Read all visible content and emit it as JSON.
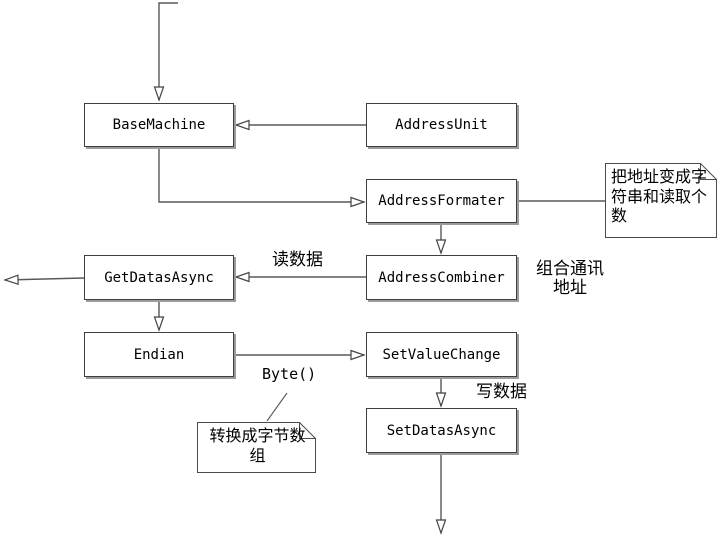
{
  "diagram": {
    "nodes": [
      {
        "id": "base-machine",
        "label": "BaseMachine"
      },
      {
        "id": "address-unit",
        "label": "AddressUnit"
      },
      {
        "id": "address-formater",
        "label": "AddressFormater"
      },
      {
        "id": "get-datas-async",
        "label": "GetDatasAsync"
      },
      {
        "id": "address-combiner",
        "label": "AddressCombiner"
      },
      {
        "id": "endian",
        "label": "Endian"
      },
      {
        "id": "set-value-change",
        "label": "SetValueChange"
      },
      {
        "id": "set-datas-async",
        "label": "SetDatasAsync"
      }
    ],
    "notes": [
      {
        "id": "note-address-formater",
        "text": "把地址变成字符串和读取个数"
      },
      {
        "id": "note-endian",
        "text": "转换成字节数组"
      }
    ],
    "edge_labels": [
      {
        "id": "read-data",
        "text": "读数据"
      },
      {
        "id": "combine",
        "text": "组合通讯\n地址"
      },
      {
        "id": "byte",
        "text": "Byte()"
      },
      {
        "id": "write-data",
        "text": "写数据"
      }
    ],
    "colors": {
      "background": "#ffffff",
      "line": "#58585a",
      "box_border": "#3f3f3f",
      "box_shadow": "#9b9b9b",
      "text": "#000000"
    }
  }
}
